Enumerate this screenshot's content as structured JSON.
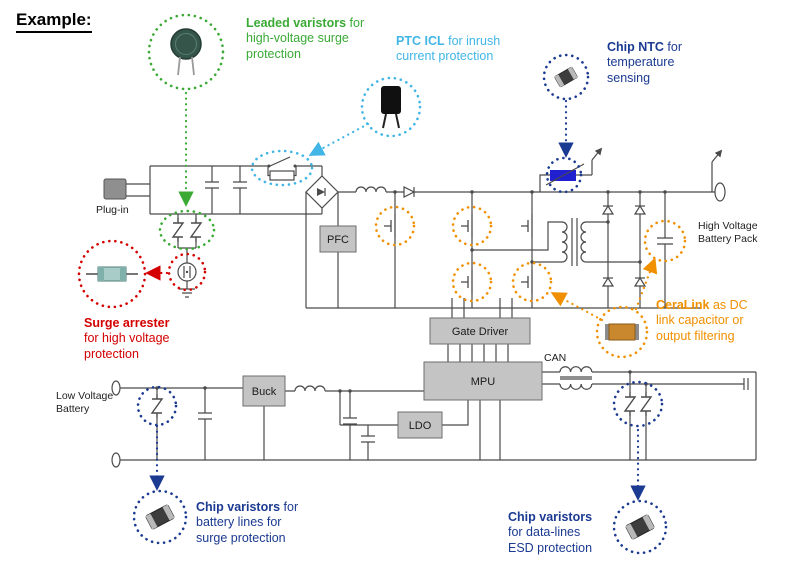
{
  "title": "Example:",
  "annotations": {
    "leaded_varistor": {
      "bold": "Leaded varistors",
      "rest": "for high-voltage surge protection"
    },
    "ptc_icl": {
      "bold": "PTC ICL",
      "rest": "for inrush current protection"
    },
    "chip_ntc": {
      "bold": "Chip NTC",
      "rest": "for temperature sensing"
    },
    "surge_arrester": {
      "bold": "Surge arrester",
      "rest": "for high voltage protection"
    },
    "ceralink": {
      "bold": "CeraLink",
      "rest": "as DC link capacitor or output filtering"
    },
    "chip_varistor_battery": {
      "bold": "Chip varistors",
      "rest": "for battery lines for surge protection"
    },
    "chip_varistor_data": {
      "bold": "Chip varistors",
      "rest": "for data-lines ESD protection"
    }
  },
  "blocks": {
    "pfc": "PFC",
    "gate_driver": "Gate Driver",
    "mpu": "MPU",
    "buck": "Buck",
    "ldo": "LDO"
  },
  "labels": {
    "plug_in": "Plug-in",
    "can": "CAN",
    "hv_battery": "High Voltage Battery Pack",
    "lv_battery": "Low Voltage Battery"
  },
  "colors": {
    "green": "#3aaa35",
    "light_blue": "#41b6e6",
    "dark_blue": "#1b3a91",
    "red": "#d40000",
    "orange": "#f09000",
    "wire": "#4a4a4a",
    "block_fill": "#c4c4c4",
    "ntc_blue": "#2020d0"
  }
}
